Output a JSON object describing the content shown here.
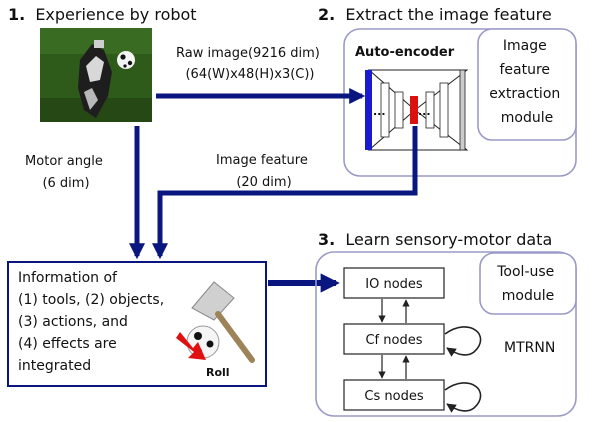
{
  "colors": {
    "arrow": "#0a1680",
    "module_border": "#9a9ac8",
    "encoder_input_bar": "#1a1ad0",
    "encoder_bottleneck": "#dd1010"
  },
  "steps": [
    {
      "number": "1.",
      "title": "Experience by robot"
    },
    {
      "number": "2.",
      "title": "Extract the image feature"
    },
    {
      "number": "3.",
      "title": "Learn sensory-motor data"
    }
  ],
  "raw_image": {
    "line1": "Raw image(9216 dim)",
    "line2": "(64(W)x48(H)x3(C))"
  },
  "motor_angle": {
    "line1": "Motor angle",
    "line2": "(6 dim)"
  },
  "image_feature": {
    "line1": "Image feature",
    "line2": "(20 dim)"
  },
  "autoencoder": {
    "title": "Auto-encoder",
    "dots": "..."
  },
  "image_module": {
    "line1": "Image",
    "line2": "feature",
    "line3": "extraction",
    "line4": "module"
  },
  "info_box": {
    "line1": "Information of",
    "line2": "(1) tools, (2) objects,",
    "line3": "(3) actions, and",
    "line4": "(4) effects are",
    "line5": "integrated",
    "roll_label": "Roll"
  },
  "tool_module": {
    "line1": "Tool-use",
    "line2": "module"
  },
  "mtrnn": {
    "name": "MTRNN",
    "nodes": [
      {
        "label": "IO nodes"
      },
      {
        "label": "Cf nodes"
      },
      {
        "label": "Cs nodes"
      }
    ]
  }
}
